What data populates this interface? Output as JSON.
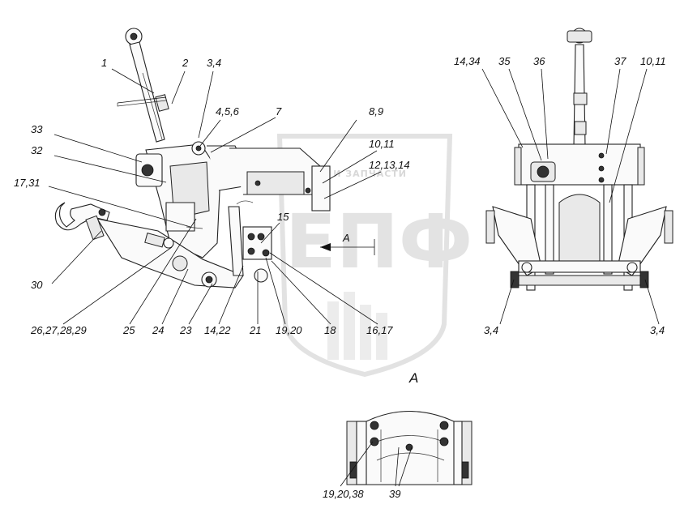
{
  "watermark": {
    "text_top": "ТЕХНИКА И ЗАПЧАСТИ",
    "logo": "ЕПФ"
  },
  "view_label": "A",
  "arrow_label": "A",
  "callouts_side": [
    "1",
    "2",
    "3,4",
    "4,5,6",
    "7",
    "8,9",
    "10,11",
    "12,13,14",
    "15",
    "33",
    "32",
    "17,31",
    "30",
    "26,27,28,29",
    "25",
    "24",
    "23",
    "14,22",
    "21",
    "19,20",
    "18",
    "16,17"
  ],
  "callouts_front": [
    "14,34",
    "35",
    "36",
    "37",
    "10,11",
    "3,4",
    "3,4"
  ],
  "callouts_bottom": [
    "19,20,38",
    "39"
  ]
}
